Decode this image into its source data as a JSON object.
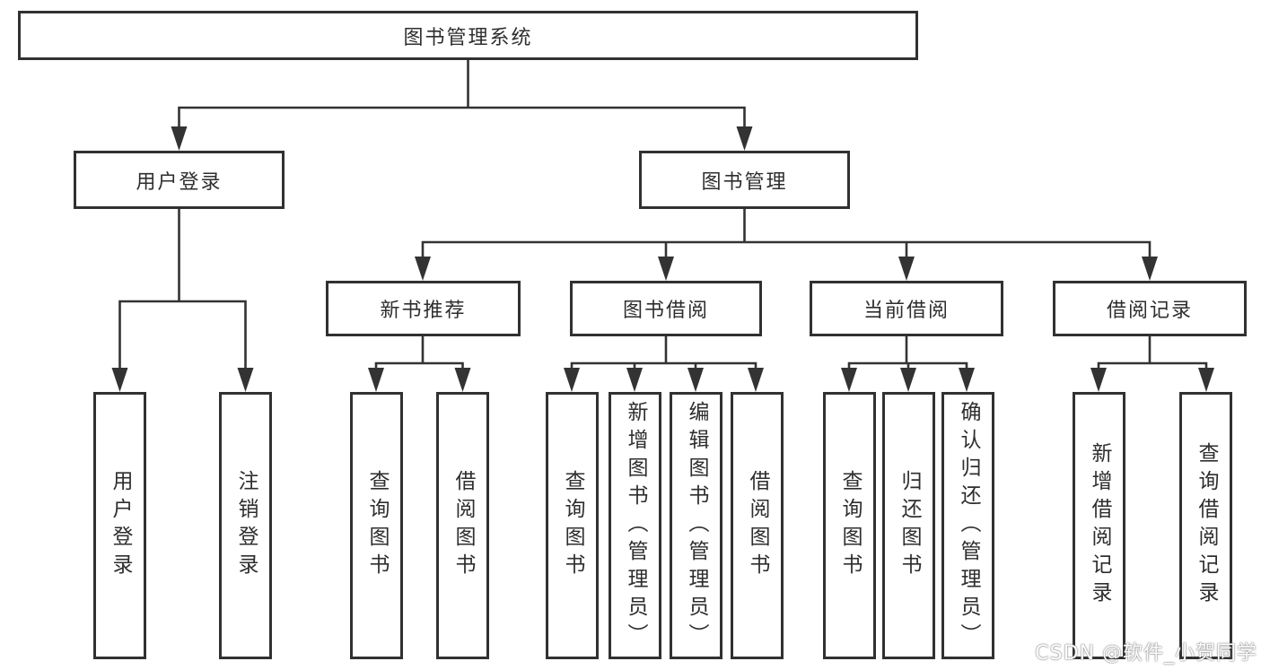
{
  "tree": {
    "label": "图书管理系统",
    "children": [
      {
        "label": "用户登录",
        "children": [
          {
            "label": "用户登录"
          },
          {
            "label": "注销登录"
          }
        ]
      },
      {
        "label": "图书管理",
        "children": [
          {
            "label": "新书推荐",
            "children": [
              {
                "label": "查询图书"
              },
              {
                "label": "借阅图书"
              }
            ]
          },
          {
            "label": "图书借阅",
            "children": [
              {
                "label": "查询图书"
              },
              {
                "label": "新增图书（管理员）"
              },
              {
                "label": "编辑图书（管理员）"
              },
              {
                "label": "借阅图书"
              }
            ]
          },
          {
            "label": "当前借阅",
            "children": [
              {
                "label": "查询图书"
              },
              {
                "label": "归还图书"
              },
              {
                "label": "确认归还（管理员）"
              }
            ]
          },
          {
            "label": "借阅记录",
            "children": [
              {
                "label": "新增借阅记录"
              },
              {
                "label": "查询借阅记录"
              }
            ]
          }
        ]
      }
    ]
  },
  "watermark": {
    "text": "CSDN @软件_小贺同学"
  },
  "colors": {
    "line": "#333333",
    "box_border": "#313131",
    "text": "#2e2e2e",
    "background": "#ffffff",
    "watermark_text": "#fdfdfd"
  }
}
